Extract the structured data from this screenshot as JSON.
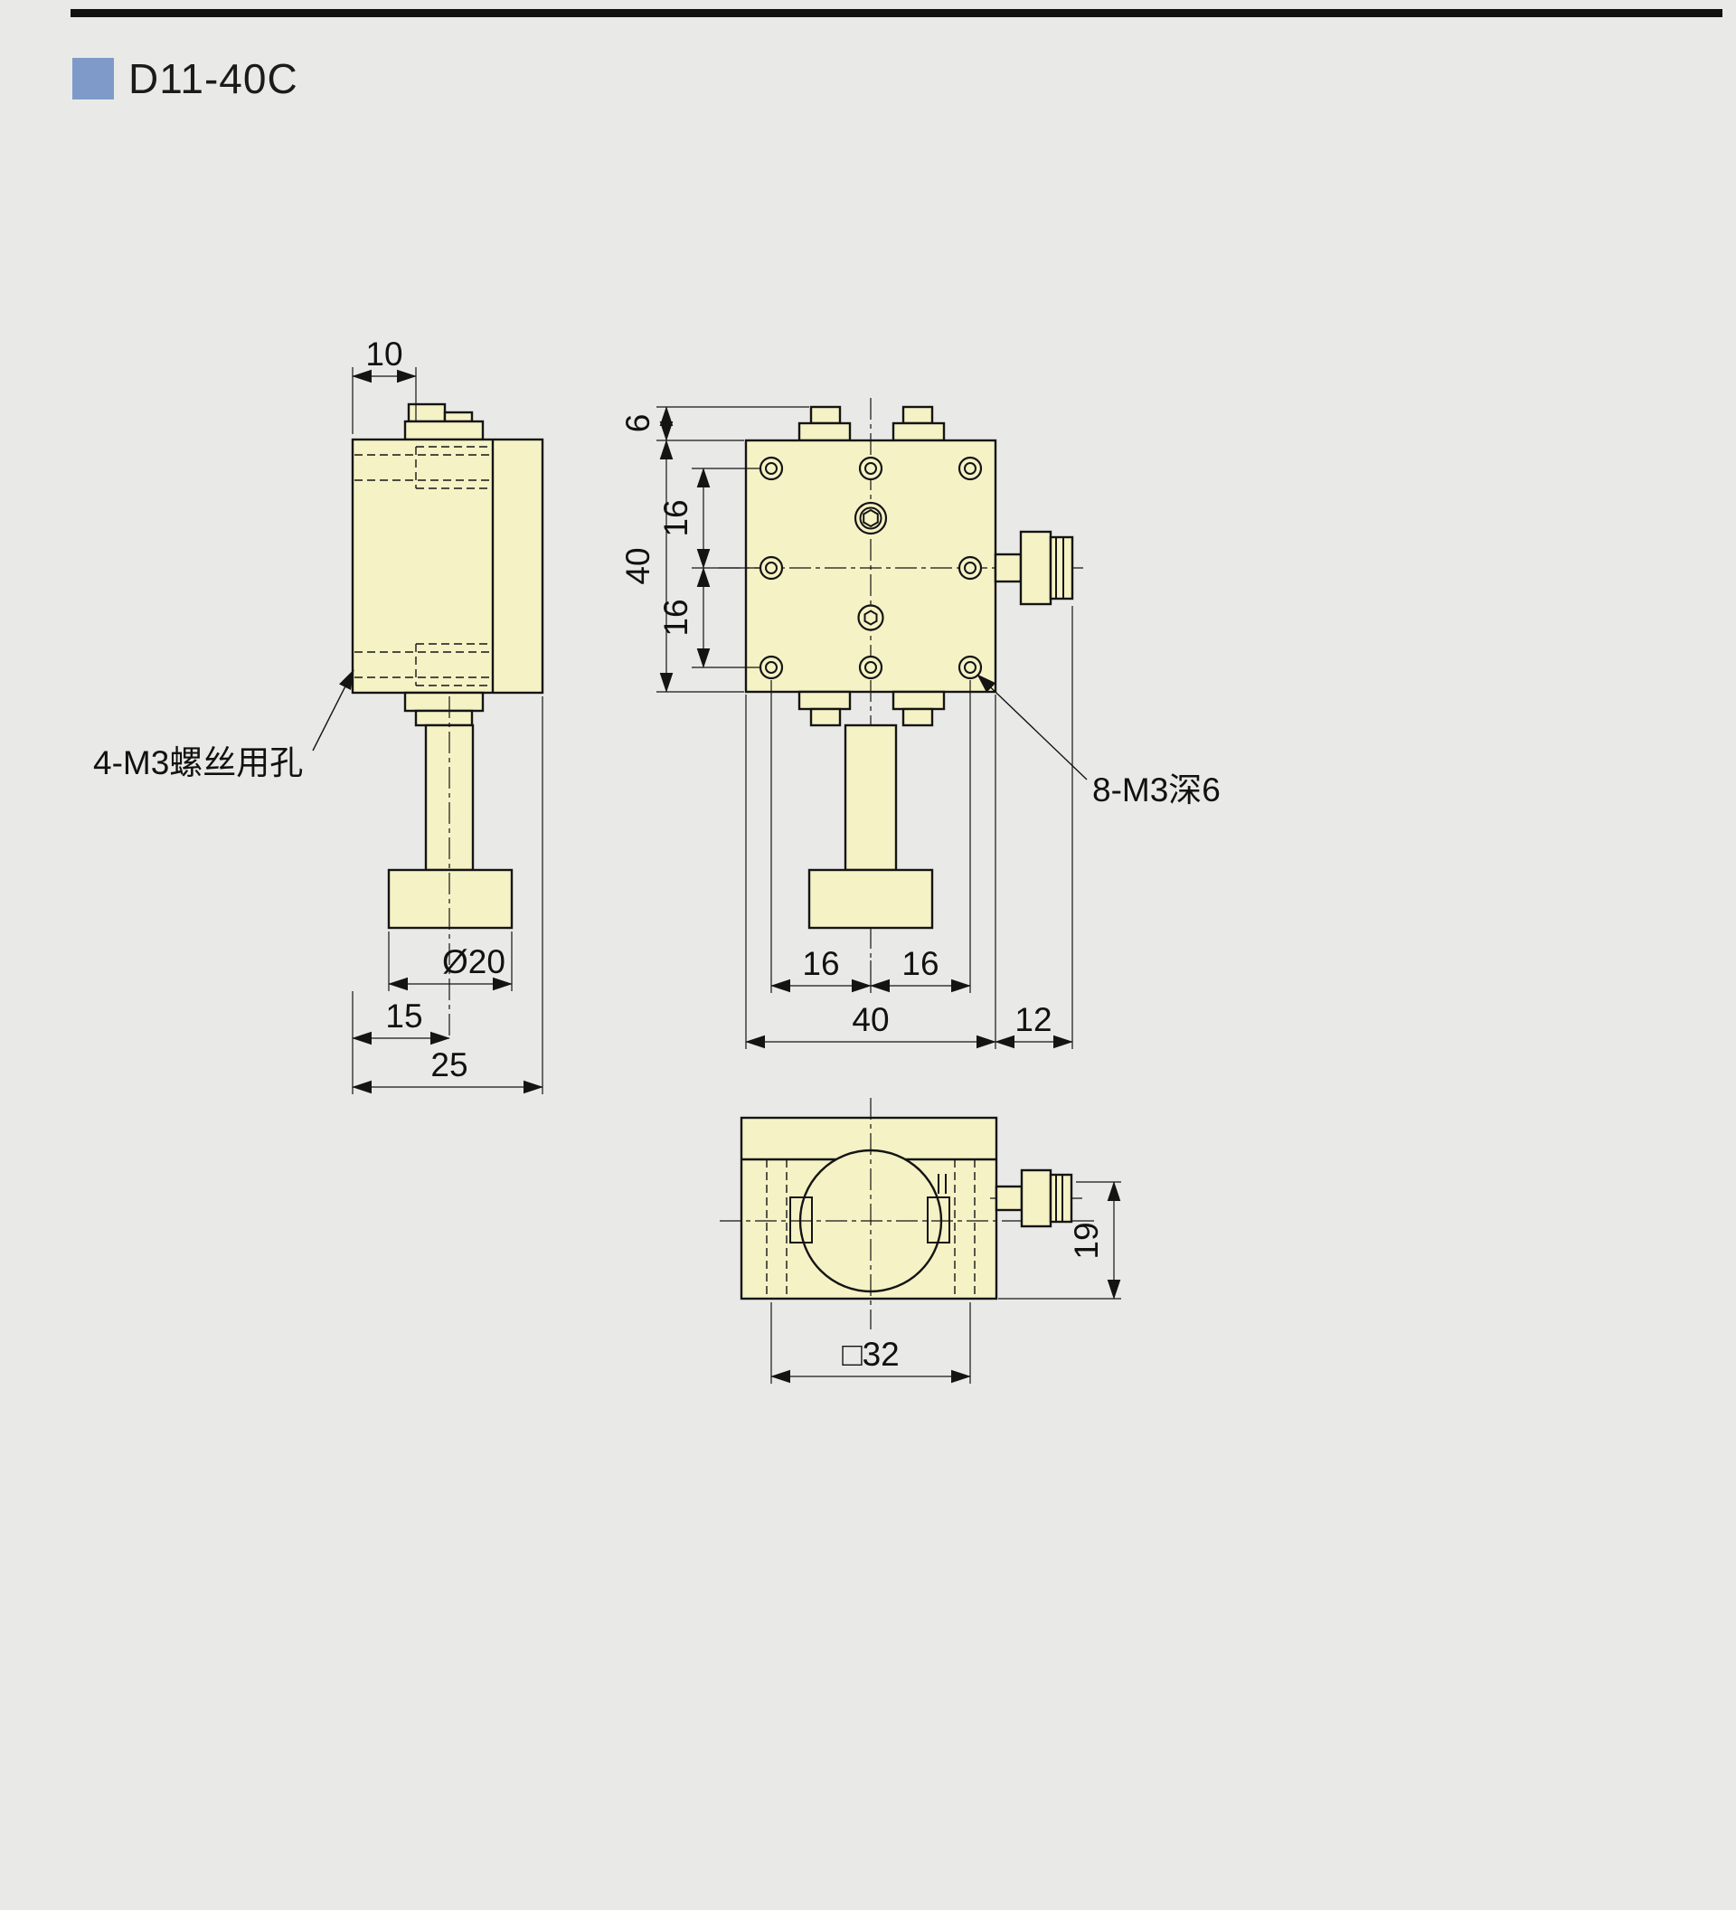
{
  "colors": {
    "accent": "#7f9ac9",
    "part_fill": "#f5f2c5",
    "line": "#141414",
    "background": "#e9eae7"
  },
  "header": {
    "title": "D11-40C"
  },
  "annotations": {
    "screw_holes_label": "4-M3螺丝用孔",
    "tapped_holes_label": "8-M3深6"
  },
  "dimensions": {
    "side_view": {
      "top_width": "10",
      "base_diameter": "Ø20",
      "stem_offset": "15",
      "total_depth": "25"
    },
    "front_view": {
      "tab_height": "6",
      "body_height": "40",
      "hole_pitch_upper": "16",
      "hole_pitch_lower": "16",
      "hole_pitch_left": "16",
      "hole_pitch_right": "16",
      "body_width": "40",
      "knob_length": "12"
    },
    "bottom_view": {
      "knob_height": "19",
      "clamp_width": "□32"
    }
  }
}
